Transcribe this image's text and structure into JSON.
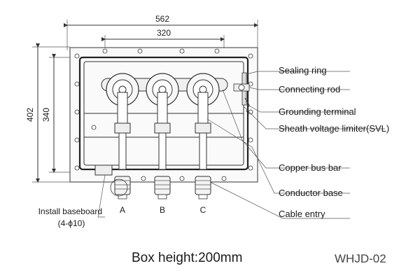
{
  "dimensions": {
    "overall_width": "562",
    "inner_width": "320",
    "overall_height": "402",
    "inner_height": "340"
  },
  "callouts": [
    {
      "label": "Sealing ring"
    },
    {
      "label": "Connecting rod"
    },
    {
      "label": "Grounding terminal"
    },
    {
      "label": "Sheath voltage limiter(SVL)"
    },
    {
      "label": "Copper bus bar"
    },
    {
      "label": "Conductor base"
    },
    {
      "label": "Cable entry"
    }
  ],
  "phases": [
    "A",
    "B",
    "C"
  ],
  "baseboard": {
    "label": "Install baseboard",
    "spec": "(4-ϕ10)"
  },
  "footer": {
    "box_height": "Box height:200mm",
    "model": "WHJD-02"
  }
}
